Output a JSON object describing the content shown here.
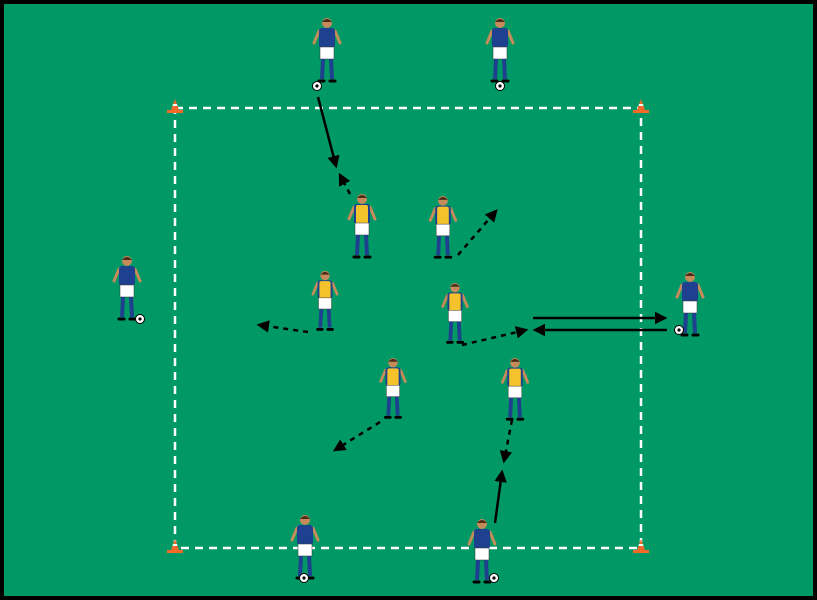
{
  "colors": {
    "pitch": "#009966",
    "border": "#000000",
    "lines": "#ffffff",
    "team_shirt": "#1f3f8f",
    "bib": "#f4c22b",
    "cone": "#f26a2a"
  },
  "drill": {
    "blue_players": 6,
    "bib_players": 6,
    "cones": 4
  }
}
